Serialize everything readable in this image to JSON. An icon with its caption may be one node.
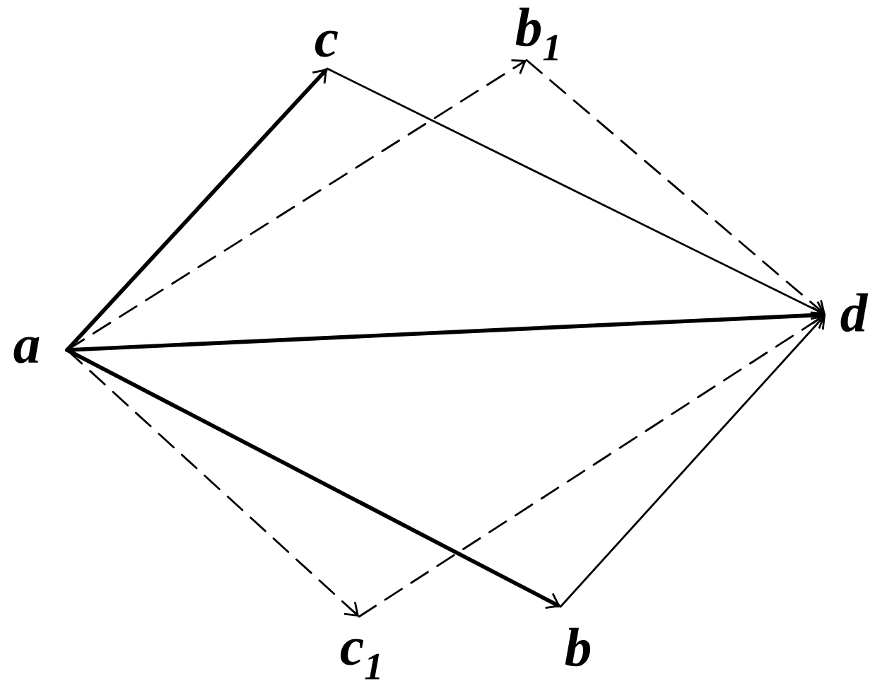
{
  "diagram": {
    "nodes": [
      {
        "text": [
          "a"
        ]
      },
      {
        "text": [
          "c"
        ]
      },
      {
        "text": [
          "b$_{1}$"
        ]
      },
      {
        "text": [
          "d"
        ]
      },
      {
        "text": [
          "c$_{1}$"
        ]
      },
      {
        "text": [
          "b"
        ]
      }
    ],
    "edges": [
      {
        "from": 0,
        "to": 1,
        "arrow": "to",
        "style": "thick"
      },
      {
        "from": 0,
        "to": 2,
        "arrow": "to",
        "style": "dashed"
      },
      {
        "from": 0,
        "to": 3,
        "arrow": "to",
        "style": "thick"
      },
      {
        "from": 0,
        "to": 4,
        "arrow": "to",
        "style": "dashed"
      },
      {
        "from": 0,
        "to": 5,
        "arrow": "to",
        "style": "thick"
      },
      {
        "from": 1,
        "to": 3,
        "arrow": "to"
      },
      {
        "from": 2,
        "to": 3,
        "arrow": "to",
        "style": "dashed"
      },
      {
        "from": 4,
        "to": 3,
        "arrow": "to",
        "style": "dashed"
      },
      {
        "from": 5,
        "to": 3,
        "arrow": "to"
      }
    ]
  }
}
